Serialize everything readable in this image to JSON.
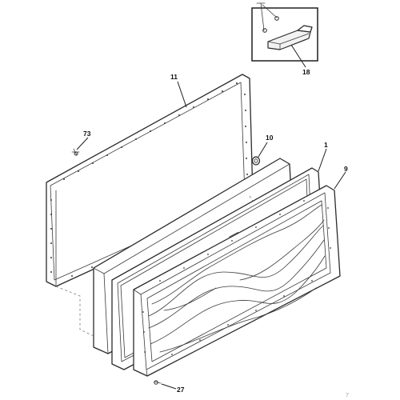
{
  "diagram": {
    "callouts": {
      "c18": "18",
      "c11": "11",
      "c73": "73",
      "c10": "10",
      "c1": "1",
      "c9": "9",
      "c27": "27"
    },
    "watermark": "7"
  }
}
